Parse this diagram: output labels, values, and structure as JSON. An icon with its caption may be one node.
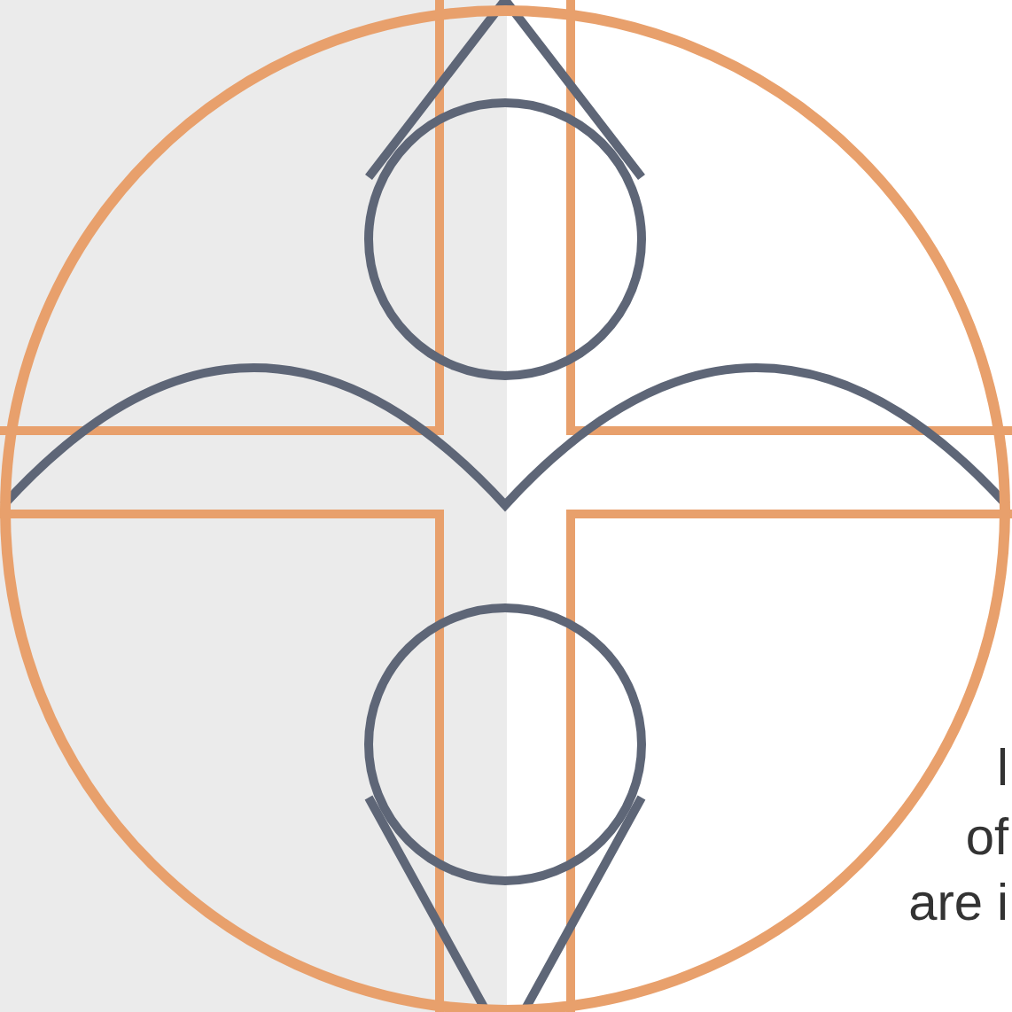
{
  "diagram": {
    "labels": [
      "l",
      "of",
      "are i"
    ]
  }
}
